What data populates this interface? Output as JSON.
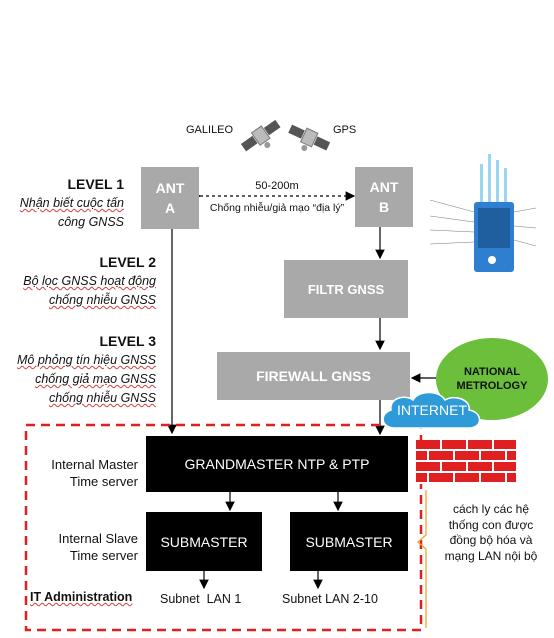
{
  "satellites": {
    "left_label": "GALILEO",
    "right_label": "GPS"
  },
  "antennas": {
    "a": [
      "ANT",
      "A"
    ],
    "b": [
      "ANT",
      "B"
    ]
  },
  "distance": {
    "label": "50-200m",
    "caption": "Chống nhiễu/giả mạo “địa lý”"
  },
  "levels": [
    {
      "title": "LEVEL 1",
      "desc": [
        "Nhận biết cuộc tấn",
        "công GNSS"
      ]
    },
    {
      "title": "LEVEL 2",
      "desc": [
        "Bộ lọc GNSS hoạt động",
        "chống nhiễu GNSS"
      ]
    },
    {
      "title": "LEVEL 3",
      "desc": [
        "Mô phỏng tín hiệu GNSS",
        "chống giả mạo GNSS",
        "chống nhiễu GNSS"
      ]
    }
  ],
  "boxes": {
    "filter": "FILTR GNSS",
    "firewall": "FIREWALL GNSS",
    "grandmaster": "GRANDMASTER NTP & PTP",
    "submaster_left": "SUBMASTER",
    "submaster_right": "SUBMASTER"
  },
  "national_metrology": [
    "NATIONAL",
    "METROLOGY"
  ],
  "internet": "INTERNET",
  "side_labels": {
    "master": [
      "Internal Master",
      "Time server"
    ],
    "slave": [
      "Internal Slave",
      "Time server"
    ],
    "admin": "IT Administration"
  },
  "subnets": {
    "left": "Subnet  LAN 1",
    "right": "Subnet LAN 2-10"
  },
  "isolation_note": [
    "cách ly các hệ",
    "thống con được",
    "đồng bộ hóa và",
    "mạng LAN nội bộ"
  ],
  "colors": {
    "gray_box": "#a9a9a9",
    "black_box": "#000000",
    "dashed_frame": "#e02020",
    "metrology_fill": "#6bbf3a",
    "internet_fill": "#2e9ad8",
    "brick": "#e02020",
    "jammer_body": "#2f7fd0"
  }
}
